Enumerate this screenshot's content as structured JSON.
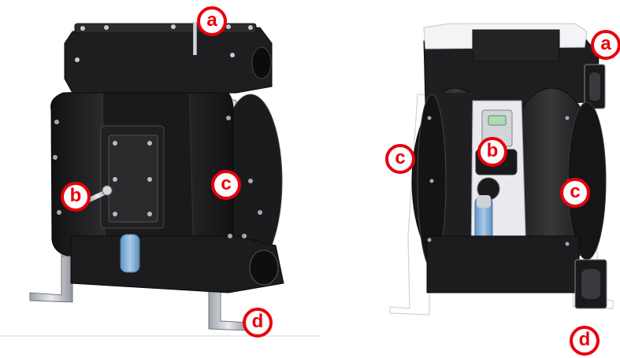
{
  "figure": {
    "left_view": {
      "name": "pump-3d-render-angled-front",
      "callouts": [
        {
          "key": "a",
          "label": "a",
          "marks": "air-inlet-rod-top"
        },
        {
          "key": "b",
          "label": "b",
          "marks": "air-valve-fitting"
        },
        {
          "key": "c",
          "label": "c",
          "marks": "diaphragm-chamber"
        },
        {
          "key": "d",
          "label": "d",
          "marks": "mounting-foot"
        }
      ]
    },
    "right_view": {
      "name": "pump-3d-render-front",
      "callouts": [
        {
          "key": "a",
          "label": "a",
          "marks": "outlet-port"
        },
        {
          "key": "b",
          "label": "b",
          "marks": "center-air-block"
        },
        {
          "key": "c_left",
          "label": "c",
          "marks": "left-diaphragm-chamber"
        },
        {
          "key": "c_right",
          "label": "c",
          "marks": "right-diaphragm-chamber"
        },
        {
          "key": "d",
          "label": "d",
          "marks": "mounting-foot"
        }
      ]
    }
  },
  "colors": {
    "housing": "#1c1c1e",
    "housing_highlight": "#3a3a3d",
    "bracket": "#c9ccd1",
    "muffler": "#8fb6d6",
    "callout": "#e8000b"
  }
}
